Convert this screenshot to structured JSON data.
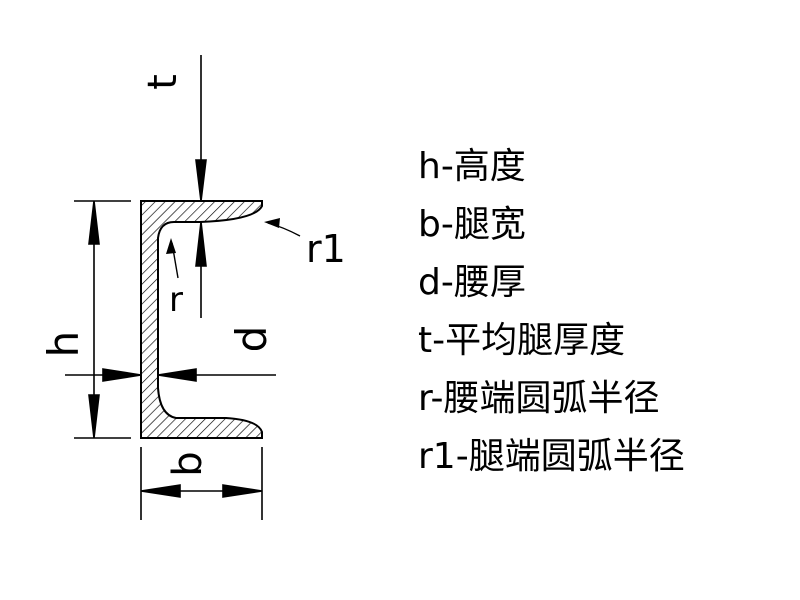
{
  "labels": {
    "t": "t",
    "h": "h",
    "d": "d",
    "b": "b",
    "r": "r",
    "r1": "r1"
  },
  "legend": [
    {
      "text": "h-高度"
    },
    {
      "text": "b-腿宽"
    },
    {
      "text": "d-腰厚"
    },
    {
      "text": "t-平均腿厚度"
    },
    {
      "text": "r-腰端圆弧半径"
    },
    {
      "text": "r1-腿端圆弧半径"
    }
  ]
}
